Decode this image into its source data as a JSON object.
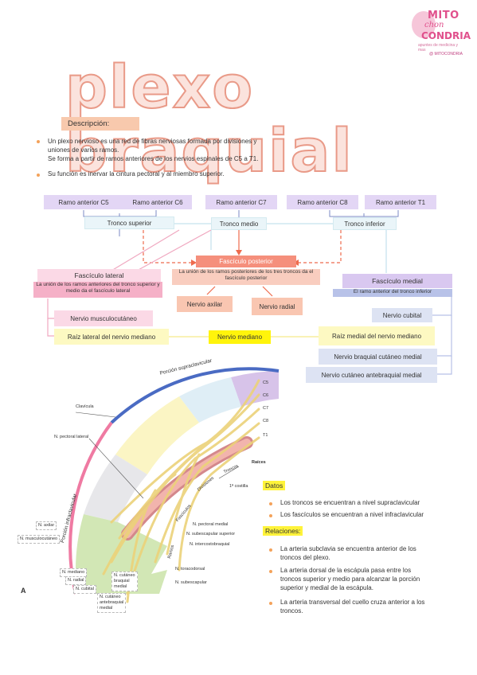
{
  "logo": {
    "line1": "MITO",
    "line2": "chon",
    "line3": "CONDRIA",
    "line4": "apuntes de medicina y mas",
    "line5": "@ MITOCONDRIA"
  },
  "title": "plexo braquial",
  "description": {
    "label": "Descripción:",
    "bullets": [
      {
        "lines": [
          "Un plexo nervioso es una red de fibras nerviosas formada por divisiones y",
          "uniones de varios ramos.",
          "Se forma a partir de ramos anteriores de los nervios espinales de C5 a T1."
        ]
      },
      {
        "lines": [
          "Su función es inervar la cintura pectoral y al miembro superior."
        ]
      }
    ]
  },
  "diagram": {
    "ramos": [
      "Ramo anterior C5",
      "Ramo anterior C6",
      "Ramo anterior C7",
      "Ramo anterior C8",
      "Ramo anterior T1"
    ],
    "troncos": [
      "Tronco superior",
      "Tronco medio",
      "Tronco inferior"
    ],
    "fasciculo_posterior": {
      "label": "Fascículo posterior",
      "note": "La unión de los ramos posteriores de los tres troncos da el fascículo posterior"
    },
    "fasciculo_lateral": {
      "label": "Fascículo lateral",
      "note": "La unión de los ramos anteriores del tronco superior y medio da el fascículo lateral"
    },
    "fasciculo_medial": {
      "label": "Fascículo medial",
      "note": "El ramo anterior del tronco inferior"
    },
    "nervio_axilar": "Nervio axilar",
    "nervio_radial": "Nervio radial",
    "nervio_musculocutaneo": "Nervio musculocutáneo",
    "raiz_lateral": "Raíz lateral del nervio mediano",
    "nervio_mediano": "Nervio mediano",
    "raiz_medial": "Raíz medial del nervio mediano",
    "nervio_cubital": "Nervio cubital",
    "nervio_braquial_cutaneo": "Nervio braquial cutáneo medial",
    "nervio_antebraquial": "Nervio cutáneo antebraquial medial"
  },
  "anatomy": {
    "porcion_supra": "Porción supraclavicular",
    "porcion_infra": "Porción infraclavicular",
    "clavicula": "Clavícula",
    "pectoral_lateral": "N. pectoral lateral",
    "roots": [
      "C5",
      "C6",
      "C7",
      "C8",
      "T1"
    ],
    "raices": "Raíces",
    "troncos": "Troncos",
    "divisiones": "Divisiones",
    "fasciculos": "Fascículos",
    "ramos": "Ramos",
    "costilla": "1ª costilla",
    "pectoral_medial": "N. pectoral medial",
    "subescapular_sup": "N. subescapular superior",
    "intercostobraquial": "N. intercostobraquial",
    "toracodorsal": "N. toracodorsal",
    "subescapular": "N. subescapular",
    "axilar": "N. axilar",
    "musculocutaneo": "N. musculocutáneo",
    "mediano": "N. mediano",
    "radial": "N. radial",
    "cubital": "N. cubital",
    "cutaneo_braquial": [
      "N. cutáneo",
      "braquial",
      "medial"
    ],
    "cutaneo_antebraquial": [
      "N. cutáneo",
      "antebraquial",
      "medial"
    ],
    "fig_letter": "A"
  },
  "datos": {
    "title": "Datos",
    "items": [
      "Los troncos se encuentran a nivel supraclavicular",
      "Los fascículos se encuentran a nivel infraclavicular"
    ]
  },
  "relaciones": {
    "title": "Relaciones:",
    "items": [
      [
        "La arteria subclavia se encuentra anterior de los",
        "troncos del plexo."
      ],
      [
        "La arteria dorsal de la escápula pasa entre los",
        "troncos superior y medio para alcanzar la porción",
        "superior y medial de la escápula."
      ],
      [
        "La arteria transversal del cuello cruza anterior a los",
        "troncos."
      ]
    ]
  },
  "colors": {
    "accent_orange": "#f4a25a",
    "title_fill": "#fbe3dd",
    "highlight_yellow": "#fff33a",
    "purple": "#e3d6f5",
    "pink_logo": "#e0508c"
  }
}
